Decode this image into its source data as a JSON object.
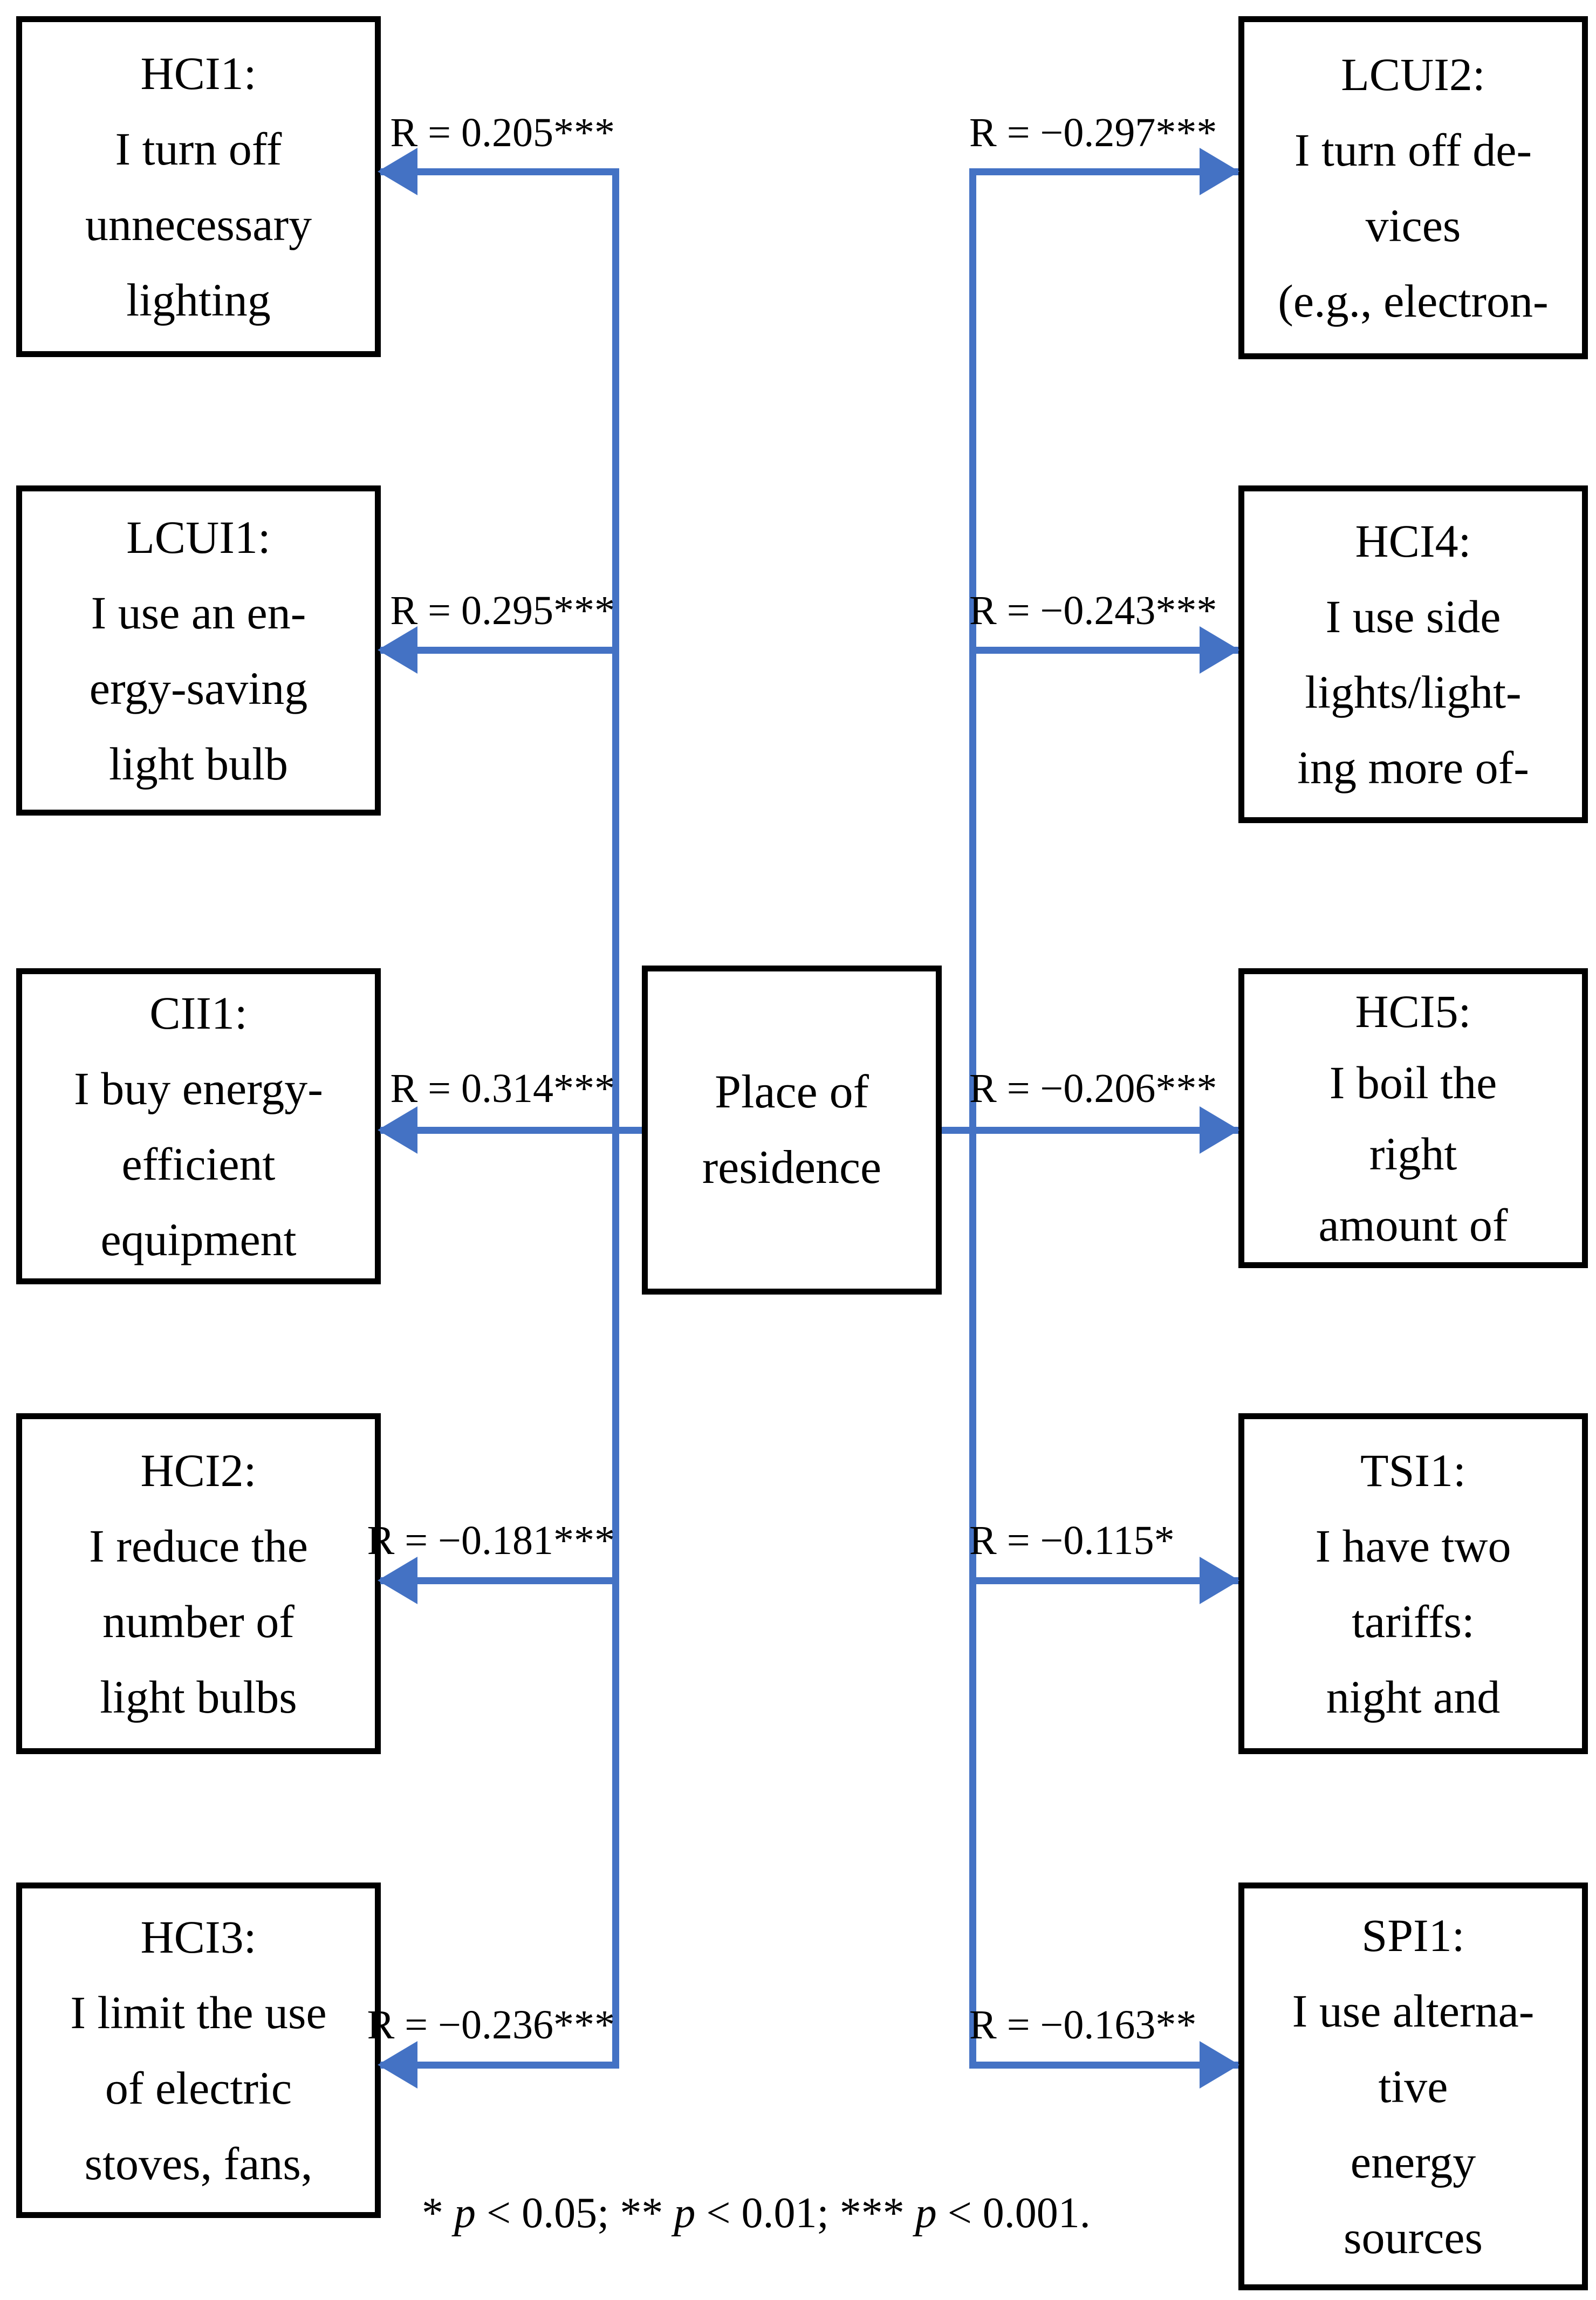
{
  "diagram": {
    "center": {
      "lines": [
        "Place of",
        "residence"
      ]
    },
    "left": [
      {
        "code": "HCI1",
        "r_label": "R = 0.205***",
        "lines": [
          "HCI1:",
          "I turn off",
          "unnecessary",
          "lighting"
        ]
      },
      {
        "code": "LCUI1",
        "r_label": "R = 0.295***",
        "lines": [
          "LCUI1:",
          "I use an en-",
          "ergy-saving",
          "light bulb"
        ]
      },
      {
        "code": "CII1",
        "r_label": "R = 0.314***",
        "lines": [
          "CII1:",
          "I buy energy-",
          "efficient",
          "equipment"
        ]
      },
      {
        "code": "HCI2",
        "r_label": "R = −0.181***",
        "lines": [
          "HCI2:",
          "I reduce the",
          "number of",
          "light bulbs"
        ]
      },
      {
        "code": "HCI3",
        "r_label": "R = −0.236***",
        "lines": [
          "HCI3:",
          "I limit the use",
          "of electric",
          "stoves, fans,"
        ]
      }
    ],
    "right": [
      {
        "code": "LCUI2",
        "r_label": "R = −0.297***",
        "lines": [
          "LCUI2:",
          "I turn off de-",
          "vices",
          "(e.g., electron-"
        ]
      },
      {
        "code": "HCI4",
        "r_label": "R = −0.243***",
        "lines": [
          "HCI4:",
          "I use side",
          "lights/light-",
          "ing more of-"
        ]
      },
      {
        "code": "HCI5",
        "r_label": "R = −0.206***",
        "lines": [
          "HCI5:",
          "I boil the",
          "right",
          "amount of"
        ]
      },
      {
        "code": "TSI1",
        "r_label": "R = −0.115*",
        "lines": [
          "TSI1:",
          "I have two",
          "tariffs:",
          "night and"
        ]
      },
      {
        "code": "SPI1",
        "r_label": "R = −0.163**",
        "lines": [
          "SPI1:",
          "I use alterna-",
          "tive",
          "energy",
          "sources"
        ]
      }
    ],
    "footnote": {
      "parts": [
        "* ",
        "p",
        " < 0.05; ** ",
        "p",
        " < 0.01; *** ",
        "p",
        " < 0.001."
      ]
    },
    "colors": {
      "arrow_blue": "#4472C4",
      "box_border": "#000000",
      "background": "#FFFFFF",
      "text": "#000000"
    }
  }
}
